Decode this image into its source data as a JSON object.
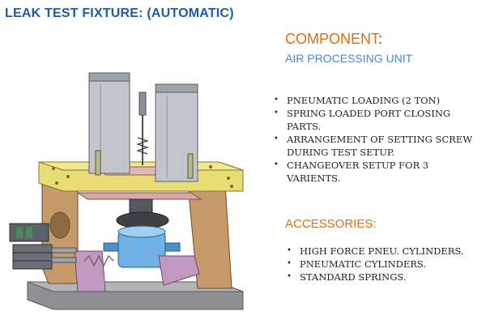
{
  "slide": {
    "title": "LEAK TEST FIXTURE: (AUTOMATIC)",
    "component_label": "COMPONENT",
    "component_colon": ":",
    "component_name": "AIR PROCESSING UNIT",
    "features": [
      "PNEUMATIC LOADING (2 TON)",
      "SPRING LOADED PORT CLOSING PARTS.",
      "ARRANGEMENT OF SETTING SCREW DURING TEST SETUP.",
      "CHANGEOVER SETUP FOR 3 VARIENTS."
    ],
    "accessories_heading": "ACCESSORIES:",
    "accessories": [
      "HIGH FORCE PNEU. CYLINDERS.",
      "PNEUMATIC CYLINDERS.",
      "STANDARD SPRINGS."
    ]
  }
}
